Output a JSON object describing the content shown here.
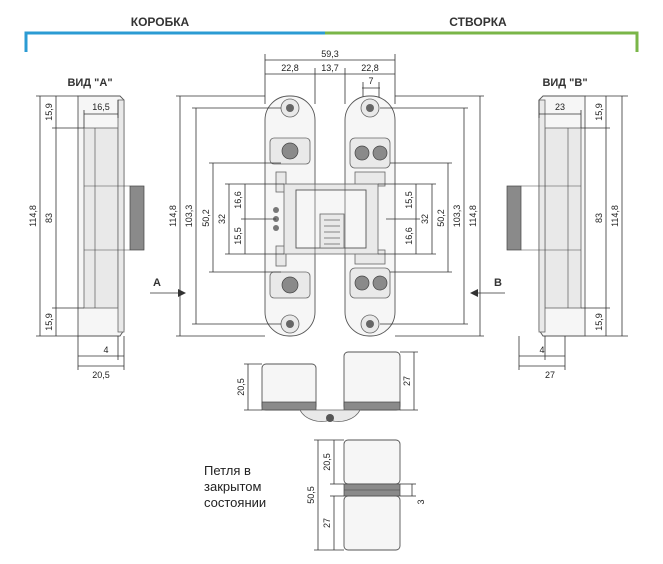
{
  "headers": {
    "left": "КОРОБКА",
    "right": "СТВОРКА",
    "left_color": "#2b9bd3",
    "right_color": "#7ab648"
  },
  "views": {
    "a_title": "ВИД \"А\"",
    "b_title": "ВИД \"В\"",
    "a_arrow": "A",
    "b_arrow": "B"
  },
  "top_dims": {
    "total": "59,3",
    "left": "22,8",
    "middle": "13,7",
    "right": "22,8",
    "pin": "7"
  },
  "view_a_dims": {
    "top_h": "15,9",
    "width_top": "16,5",
    "overall": "114,8",
    "mid": "83",
    "bottom_h": "15,9",
    "gap": "4",
    "width_bottom": "20,5"
  },
  "view_b_dims": {
    "width_top": "23",
    "top_h": "15,9",
    "mid": "83",
    "overall": "114,8",
    "bottom_h": "15,9",
    "gap": "4",
    "width_bottom": "27"
  },
  "front_dims": {
    "left_outer": "114,8",
    "left_inner": "103,3",
    "left_mid": "50,2",
    "left_32": "32",
    "left_16": "16,6",
    "left_15": "15,5",
    "right_15": "15,5",
    "right_16": "16,6",
    "right_32": "32",
    "right_mid": "50,2",
    "right_inner": "103,3",
    "right_outer": "114,8"
  },
  "section_dims": {
    "left_h": "20,5",
    "right_h": "27"
  },
  "closed_dims": {
    "top": "20,5",
    "total": "50,5",
    "bottom": "27",
    "gap": "3"
  },
  "note_lines": [
    "Петля в",
    "закрытом",
    "состоянии"
  ]
}
